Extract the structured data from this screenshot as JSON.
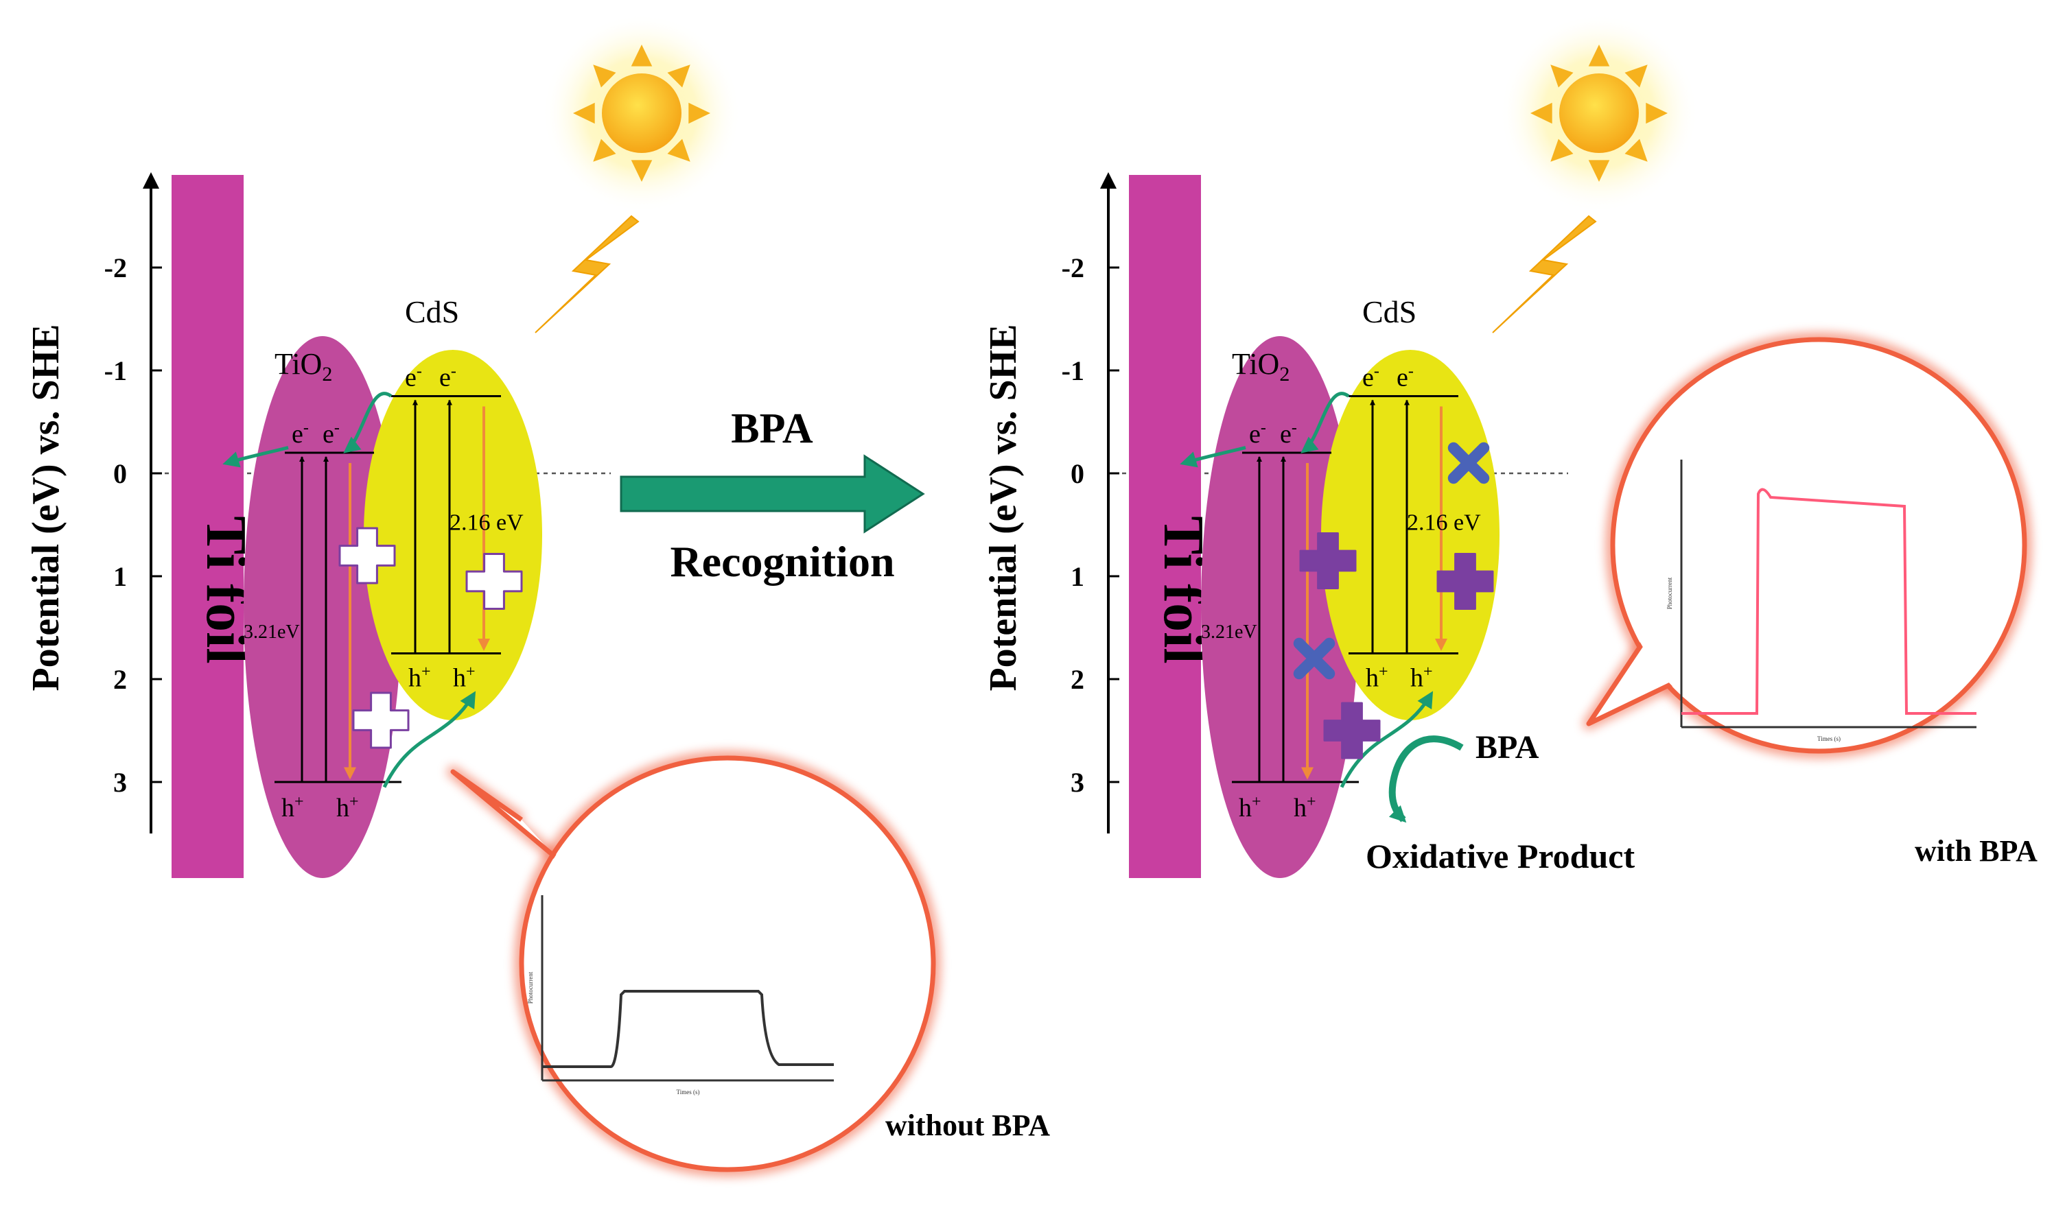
{
  "panels": [
    {
      "id": "left",
      "axis": {
        "label": "Potential (eV) vs. SHE",
        "ticks": [
          "-2",
          "-1",
          "0",
          "1",
          "2",
          "3"
        ]
      },
      "electrode_label": "Ti foil",
      "tio2_label": "TiO",
      "tio2_sub": "2",
      "cds_label": "CdS",
      "tio2_gap": "3.21eV",
      "cds_gap": "2.16 eV",
      "electron": "e",
      "hole": "h",
      "electron_sup": "-",
      "hole_sup": "+",
      "note": "without BPA",
      "bubble": {
        "ylabel": "Photocurrent",
        "xlabel": "Times (s)"
      }
    },
    {
      "id": "right",
      "axis": {
        "label": "Potential (eV) vs. SHE",
        "ticks": [
          "-2",
          "-1",
          "0",
          "1",
          "2",
          "3"
        ]
      },
      "electrode_label": "Ti foil",
      "tio2_label": "TiO",
      "tio2_sub": "2",
      "cds_label": "CdS",
      "tio2_gap": "3.21eV",
      "cds_gap": "2.16 eV",
      "electron": "e",
      "hole": "h",
      "electron_sup": "-",
      "hole_sup": "+",
      "note": "with BPA",
      "analyte": "BPA",
      "product": "Oxidative Product",
      "bubble": {
        "ylabel": "Photocurrent",
        "xlabel": "Times (s)"
      }
    }
  ],
  "transition": {
    "top": "BPA",
    "bottom": "Recognition"
  },
  "colors": {
    "electrode": "#c83fa0",
    "tio2": "#c04a9c",
    "cds": "#e8e414",
    "arrow": "#1a9a72",
    "marker_empty": "#ffffff",
    "marker_filled": "#7a3fa0",
    "blocked_cross": "#4a63b8",
    "bubble_ring": "#f06040",
    "sun": "#f6b21e"
  }
}
